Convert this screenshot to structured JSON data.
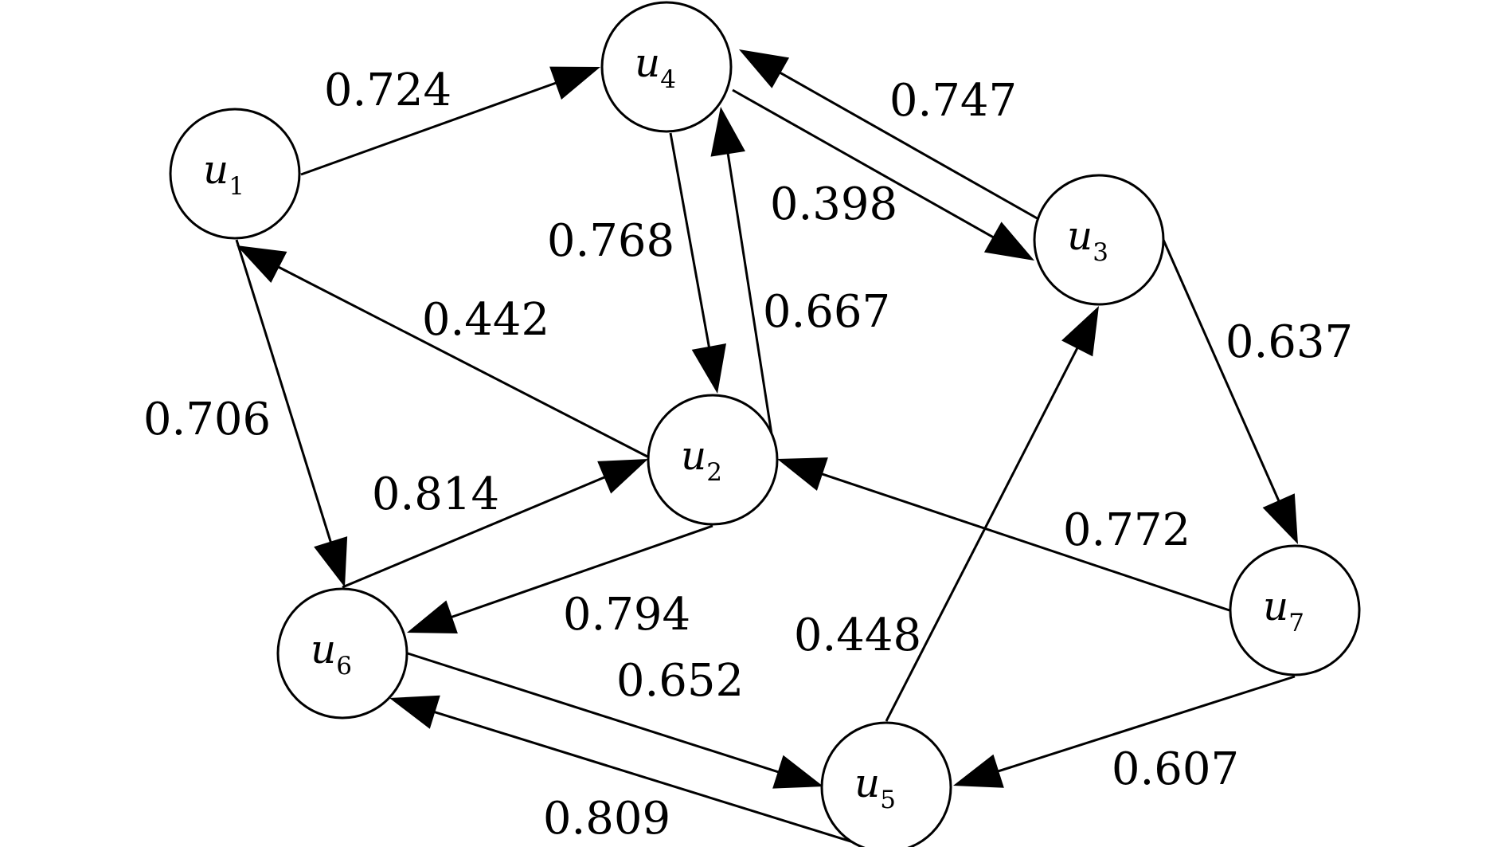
{
  "graph": {
    "nodes": [
      {
        "id": "u1",
        "symbol": "u",
        "index": "1"
      },
      {
        "id": "u2",
        "symbol": "u",
        "index": "2"
      },
      {
        "id": "u3",
        "symbol": "u",
        "index": "3"
      },
      {
        "id": "u4",
        "symbol": "u",
        "index": "4"
      },
      {
        "id": "u5",
        "symbol": "u",
        "index": "5"
      },
      {
        "id": "u6",
        "symbol": "u",
        "index": "6"
      },
      {
        "id": "u7",
        "symbol": "u",
        "index": "7"
      }
    ],
    "edges": [
      {
        "from": "u1",
        "to": "u4",
        "weight": "0.724"
      },
      {
        "from": "u4",
        "to": "u3",
        "weight": "0.398"
      },
      {
        "from": "u3",
        "to": "u4",
        "weight": "0.747"
      },
      {
        "from": "u4",
        "to": "u2",
        "weight": "0.768"
      },
      {
        "from": "u2",
        "to": "u4",
        "weight": "0.667"
      },
      {
        "from": "u2",
        "to": "u1",
        "weight": "0.442"
      },
      {
        "from": "u1",
        "to": "u6",
        "weight": "0.706"
      },
      {
        "from": "u6",
        "to": "u2",
        "weight": "0.814"
      },
      {
        "from": "u2",
        "to": "u6",
        "weight": "0.794"
      },
      {
        "from": "u6",
        "to": "u5",
        "weight": "0.652"
      },
      {
        "from": "u5",
        "to": "u6",
        "weight": "0.809"
      },
      {
        "from": "u5",
        "to": "u3",
        "weight": "0.448"
      },
      {
        "from": "u3",
        "to": "u7",
        "weight": "0.637"
      },
      {
        "from": "u7",
        "to": "u2",
        "weight": "0.772"
      },
      {
        "from": "u7",
        "to": "u5",
        "weight": "0.607"
      }
    ]
  }
}
